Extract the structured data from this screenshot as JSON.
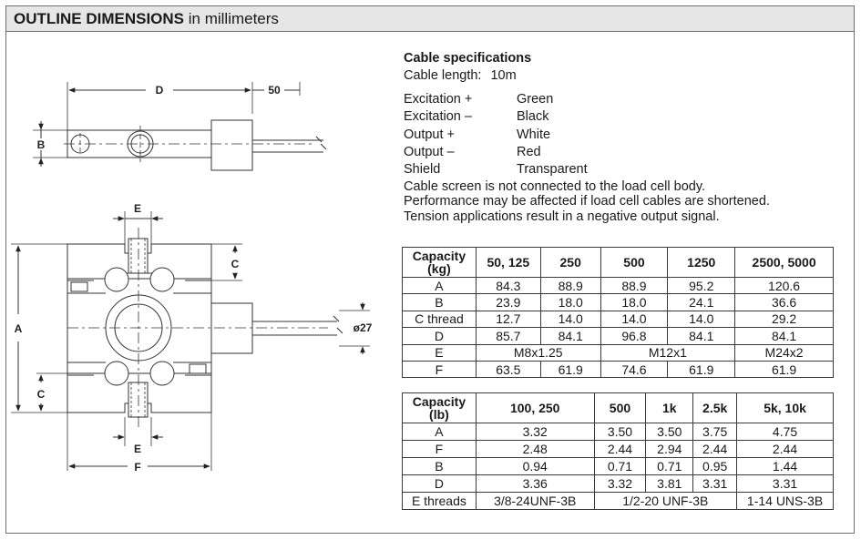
{
  "header": {
    "title_bold": "OUTLINE DIMENSIONS",
    "title_rest": "in millimeters"
  },
  "drawing": {
    "label_d": "D",
    "label_50": "50",
    "label_b": "B",
    "label_e_top": "E",
    "label_c_top": "C",
    "label_a": "A",
    "label_dia": "ø27",
    "label_c_bottom": "C",
    "label_e_bottom": "E",
    "label_f": "F"
  },
  "cable": {
    "heading": "Cable specifications",
    "length_label": "Cable length:",
    "length_value": "10m",
    "wires": [
      {
        "name": "Excitation +",
        "color": "Green"
      },
      {
        "name": "Excitation –",
        "color": "Black"
      },
      {
        "name": "Output +",
        "color": "White"
      },
      {
        "name": "Output –",
        "color": "Red"
      },
      {
        "name": "Shield",
        "color": "Transparent"
      }
    ],
    "notes": [
      "Cable screen is not connected to the load cell body.",
      "Performance may be affected if load cell cables are shortened.",
      "Tension applications result in a negative output signal."
    ]
  },
  "table_kg": {
    "cap_label": "Capacity",
    "unit": "(kg)",
    "headers": [
      "50, 125",
      "250",
      "500",
      "1250",
      "2500, 5000"
    ],
    "rows": [
      {
        "label": "A",
        "values": [
          "84.3",
          "88.9",
          "88.9",
          "95.2",
          "120.6"
        ]
      },
      {
        "label": "B",
        "values": [
          "23.9",
          "18.0",
          "18.0",
          "24.1",
          "36.6"
        ]
      },
      {
        "label": "C thread",
        "values": [
          "12.7",
          "14.0",
          "14.0",
          "14.0",
          "29.2"
        ]
      },
      {
        "label": "D",
        "values": [
          "85.7",
          "84.1",
          "96.8",
          "84.1",
          "84.1"
        ]
      },
      {
        "label": "E",
        "values": [
          "M8x1.25",
          "M12x1",
          "M24x2"
        ]
      },
      {
        "label": "F",
        "values": [
          "63.5",
          "61.9",
          "74.6",
          "61.9",
          "61.9"
        ]
      }
    ]
  },
  "table_lb": {
    "cap_label": "Capacity",
    "unit": "(lb)",
    "headers": [
      "100, 250",
      "500",
      "1k",
      "2.5k",
      "5k, 10k"
    ],
    "rows": [
      {
        "label": "A",
        "values": [
          "3.32",
          "3.50",
          "3.50",
          "3.75",
          "4.75"
        ]
      },
      {
        "label": "F",
        "values": [
          "2.48",
          "2.44",
          "2.94",
          "2.44",
          "2.44"
        ]
      },
      {
        "label": "B",
        "values": [
          "0.94",
          "0.71",
          "0.71",
          "0.95",
          "1.44"
        ]
      },
      {
        "label": "D",
        "values": [
          "3.36",
          "3.32",
          "3.81",
          "3.31",
          "3.31"
        ]
      },
      {
        "label": "E threads",
        "values": [
          "3/8-24UNF-3B",
          "1/2-20 UNF-3B",
          "1-14 UNS-3B"
        ]
      }
    ]
  }
}
